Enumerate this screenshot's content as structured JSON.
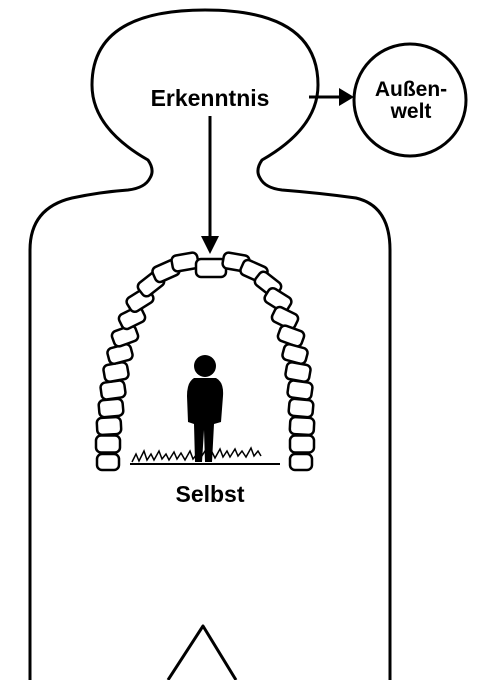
{
  "labels": {
    "knowledge": "Erkenntnis",
    "outer_world_line1": "Außen-",
    "outer_world_line2": "welt",
    "self": "Selbst"
  },
  "colors": {
    "ink": "#000000",
    "background": "#ffffff"
  },
  "icons": {
    "figure": "standing-person-icon",
    "arch": "stone-arch"
  }
}
